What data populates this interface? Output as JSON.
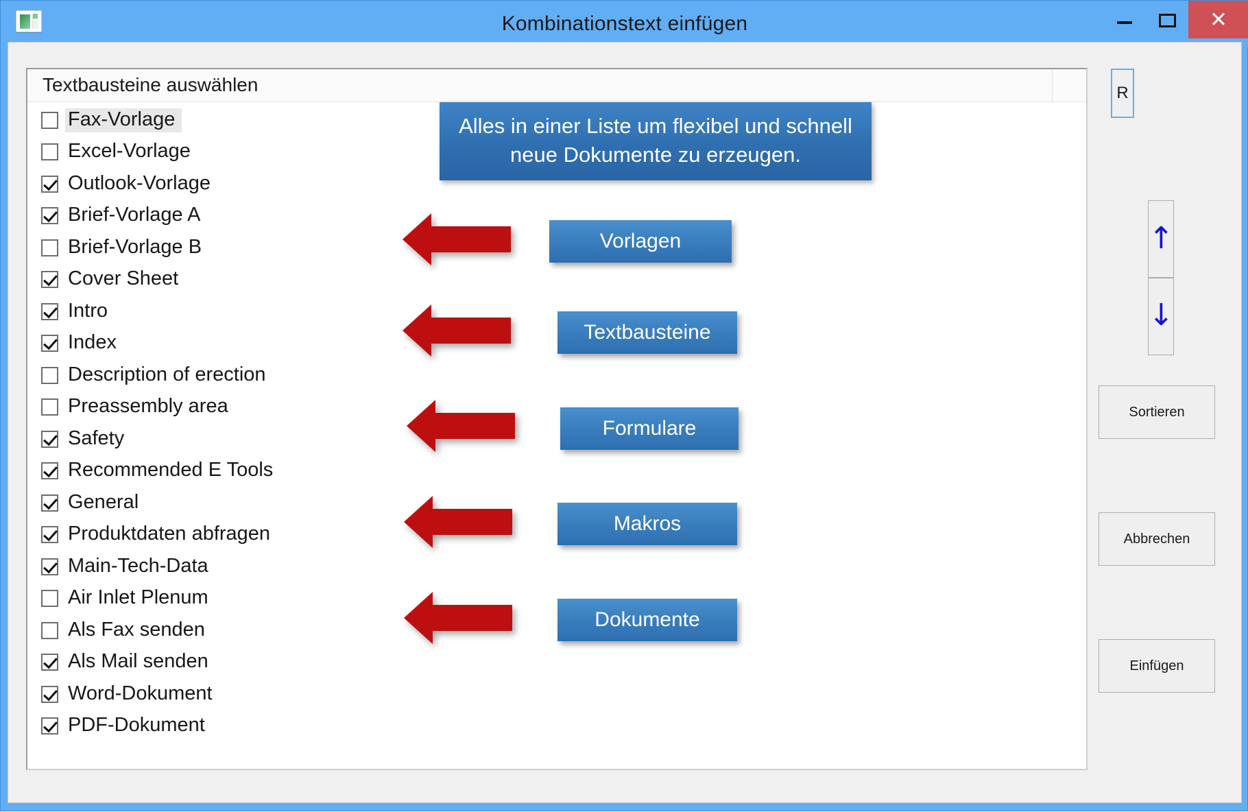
{
  "window": {
    "title": "Kombinationstext einfügen",
    "app_icon": "document-window-icon",
    "controls": {
      "minimize": "minimize-icon",
      "maximize": "maximize-icon",
      "close": "✕"
    }
  },
  "list": {
    "header": "Textbausteine auswählen",
    "items": [
      {
        "label": "Fax-Vorlage",
        "checked": false,
        "selected": true
      },
      {
        "label": "Excel-Vorlage",
        "checked": false,
        "selected": false
      },
      {
        "label": "Outlook-Vorlage",
        "checked": true,
        "selected": false
      },
      {
        "label": "Brief-Vorlage A",
        "checked": true,
        "selected": false
      },
      {
        "label": "Brief-Vorlage B",
        "checked": false,
        "selected": false
      },
      {
        "label": "Cover Sheet",
        "checked": true,
        "selected": false
      },
      {
        "label": "Intro",
        "checked": true,
        "selected": false
      },
      {
        "label": "Index",
        "checked": true,
        "selected": false
      },
      {
        "label": "Description of erection",
        "checked": false,
        "selected": false
      },
      {
        "label": "Preassembly area",
        "checked": false,
        "selected": false
      },
      {
        "label": "Safety",
        "checked": true,
        "selected": false
      },
      {
        "label": "Recommended E Tools",
        "checked": true,
        "selected": false
      },
      {
        "label": "General",
        "checked": true,
        "selected": false
      },
      {
        "label": "Produktdaten abfragen",
        "checked": true,
        "selected": false
      },
      {
        "label": "Main-Tech-Data",
        "checked": true,
        "selected": false
      },
      {
        "label": "Air Inlet Plenum",
        "checked": false,
        "selected": false
      },
      {
        "label": "Als Fax senden",
        "checked": false,
        "selected": false
      },
      {
        "label": "Als Mail senden",
        "checked": true,
        "selected": false
      },
      {
        "label": "Word-Dokument",
        "checked": true,
        "selected": false
      },
      {
        "label": "PDF-Dokument",
        "checked": true,
        "selected": false
      }
    ]
  },
  "side_panel": {
    "reset_label": "R",
    "move_up_icon": "↑",
    "move_down_icon": "↓",
    "sort_label": "Sortieren",
    "cancel_label": "Abbrechen",
    "insert_label": "Einfügen"
  },
  "annotations": {
    "callout": "Alles in einer Liste um flexibel und schnell neue Dokumente zu erzeugen.",
    "tags": [
      {
        "label": "Vorlagen"
      },
      {
        "label": "Textbausteine"
      },
      {
        "label": "Formulare"
      },
      {
        "label": "Makros"
      },
      {
        "label": "Dokumente"
      }
    ],
    "arrow_icon": "arrow-left-icon",
    "arrow_count": 5
  },
  "colors": {
    "titlebar": "#62AEF5",
    "close_button": "#CF5055",
    "callout_blue": "#2F6FB0",
    "tag_blue": "#3B7FBF",
    "arrow_red": "#BE0F10",
    "move_arrow_blue": "#1313D6"
  }
}
